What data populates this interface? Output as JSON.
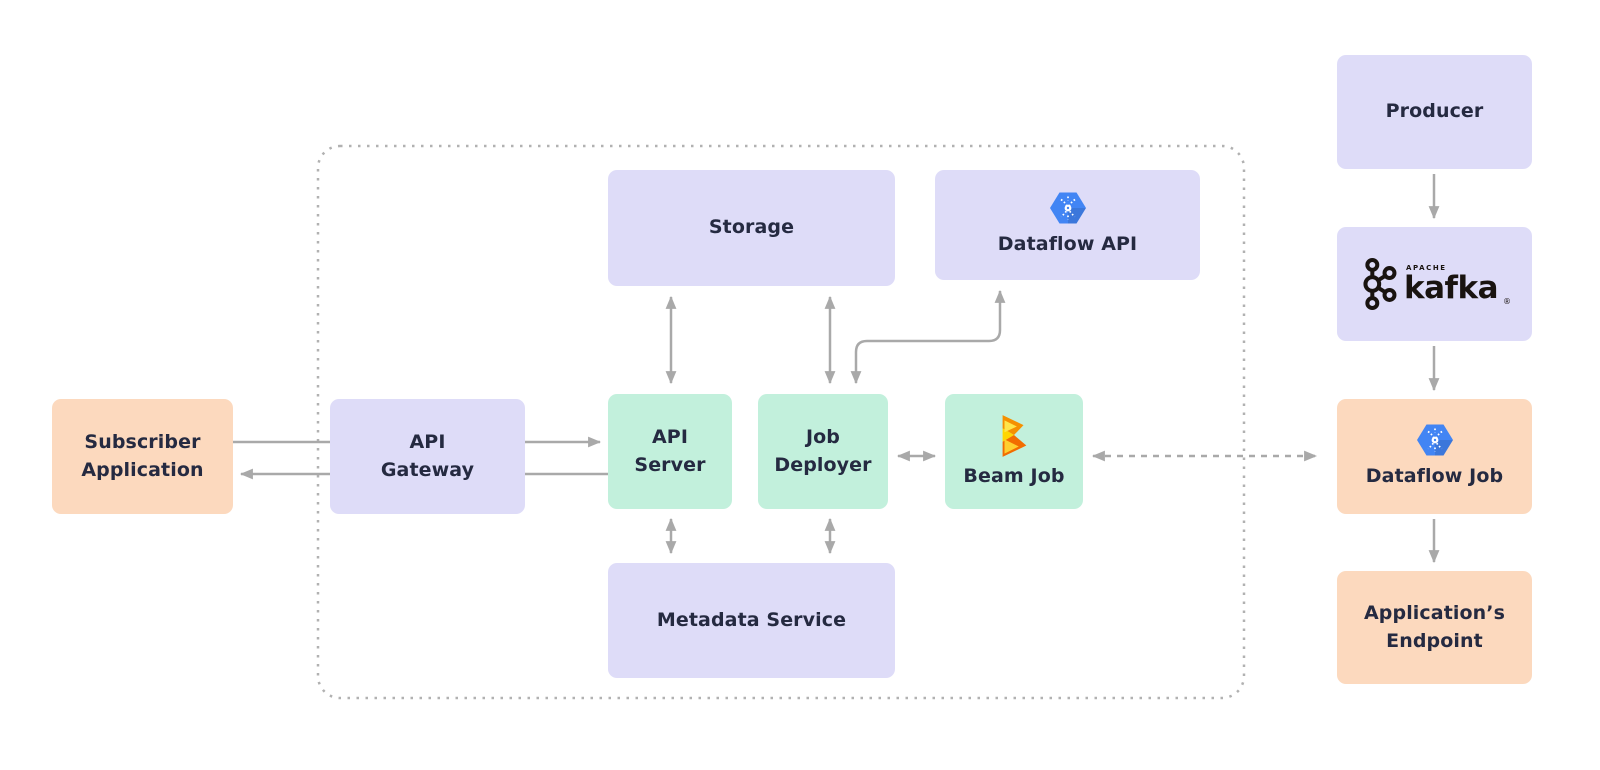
{
  "colors": {
    "background": "#ffffff",
    "lavender_box": "#dedcf8",
    "mint_box": "#c2f0dc",
    "peach_box": "#fcd9be",
    "arrow_gray": "#a9a9a9",
    "boundary_dotted_gray": "#b1b1b1",
    "label_text": "#252a41",
    "dataflow_blue": "#4285f4",
    "beam_orange": "#f26d00",
    "beam_yellow": "#ffd600",
    "kafka_black": "#191310"
  },
  "nodes": {
    "subscriber_application": {
      "label": "Subscriber\nApplication"
    },
    "api_gateway": {
      "label": "API\nGateway"
    },
    "api_server": {
      "label": "API\nServer"
    },
    "storage": {
      "label": "Storage"
    },
    "dataflow_api": {
      "label": "Dataflow API",
      "icon": "dataflow-icon"
    },
    "job_deployer": {
      "label": "Job\nDeployer"
    },
    "beam_job": {
      "label": "Beam Job",
      "icon": "beam-icon"
    },
    "metadata_service": {
      "label": "Metadata Service"
    },
    "producer": {
      "label": "Producer"
    },
    "kafka": {
      "icon": "kafka-icon",
      "brand_apache": "APACHE",
      "brand_name": "kafka",
      "registered_mark": "®"
    },
    "dataflow_job": {
      "label": "Dataflow Job",
      "icon": "dataflow-icon"
    },
    "applications_endpoint": {
      "label": "Application’s\nEndpoint"
    }
  },
  "edges": [
    {
      "from": "subscriber_application",
      "to": "api_server",
      "via": "api_gateway",
      "line": "solid",
      "arrowheads": "end"
    },
    {
      "from": "api_server",
      "to": "subscriber_application",
      "via": "api_gateway",
      "line": "solid",
      "arrowheads": "end"
    },
    {
      "from": "api_server",
      "to": "storage",
      "line": "solid",
      "arrowheads": "both"
    },
    {
      "from": "job_deployer",
      "to": "storage",
      "line": "solid",
      "arrowheads": "both"
    },
    {
      "from": "api_server",
      "to": "metadata_service",
      "line": "solid",
      "arrowheads": "both"
    },
    {
      "from": "job_deployer",
      "to": "metadata_service",
      "line": "solid",
      "arrowheads": "both"
    },
    {
      "from": "job_deployer",
      "to": "beam_job",
      "line": "solid",
      "arrowheads": "both"
    },
    {
      "from": "job_deployer",
      "to": "dataflow_api",
      "line": "solid",
      "arrowheads": "both",
      "shape": "elbow"
    },
    {
      "from": "beam_job",
      "to": "dataflow_job",
      "line": "dashed",
      "arrowheads": "both"
    },
    {
      "from": "producer",
      "to": "kafka",
      "line": "solid",
      "arrowheads": "end"
    },
    {
      "from": "kafka",
      "to": "dataflow_job",
      "line": "solid",
      "arrowheads": "end"
    },
    {
      "from": "dataflow_job",
      "to": "applications_endpoint",
      "line": "solid",
      "arrowheads": "end"
    }
  ]
}
